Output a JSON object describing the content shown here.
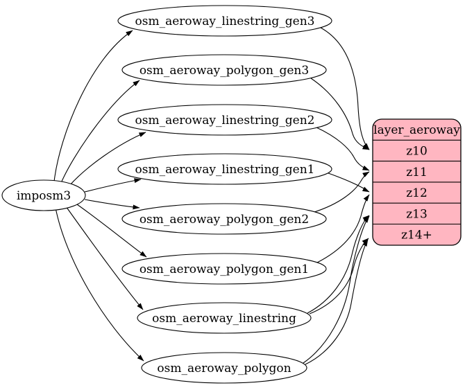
{
  "diagram": {
    "source_node": {
      "label": "imposm3"
    },
    "tables": [
      {
        "label": "osm_aeroway_linestring_gen3"
      },
      {
        "label": "osm_aeroway_polygon_gen3"
      },
      {
        "label": "osm_aeroway_linestring_gen2"
      },
      {
        "label": "osm_aeroway_linestring_gen1"
      },
      {
        "label": "osm_aeroway_polygon_gen2"
      },
      {
        "label": "osm_aeroway_polygon_gen1"
      },
      {
        "label": "osm_aeroway_linestring"
      },
      {
        "label": "osm_aeroway_polygon"
      }
    ],
    "layer_record": {
      "title": "layer_aeroway",
      "rows": [
        "z10",
        "z11",
        "z12",
        "z13",
        "z14+"
      ],
      "fill_color": "#ffb6c1",
      "stroke_color": "#000000"
    },
    "edges": [
      {
        "from": "imposm3",
        "to": "osm_aeroway_linestring_gen3"
      },
      {
        "from": "imposm3",
        "to": "osm_aeroway_polygon_gen3"
      },
      {
        "from": "imposm3",
        "to": "osm_aeroway_linestring_gen2"
      },
      {
        "from": "imposm3",
        "to": "osm_aeroway_linestring_gen1"
      },
      {
        "from": "imposm3",
        "to": "osm_aeroway_polygon_gen2"
      },
      {
        "from": "imposm3",
        "to": "osm_aeroway_polygon_gen1"
      },
      {
        "from": "imposm3",
        "to": "osm_aeroway_linestring"
      },
      {
        "from": "imposm3",
        "to": "osm_aeroway_polygon"
      },
      {
        "from": "osm_aeroway_linestring_gen3",
        "to": "layer_aeroway:z10"
      },
      {
        "from": "osm_aeroway_polygon_gen3",
        "to": "layer_aeroway:z10"
      },
      {
        "from": "osm_aeroway_linestring_gen2",
        "to": "layer_aeroway:z11"
      },
      {
        "from": "osm_aeroway_polygon_gen2",
        "to": "layer_aeroway:z11"
      },
      {
        "from": "osm_aeroway_linestring_gen1",
        "to": "layer_aeroway:z12"
      },
      {
        "from": "osm_aeroway_polygon_gen1",
        "to": "layer_aeroway:z12"
      },
      {
        "from": "osm_aeroway_linestring",
        "to": "layer_aeroway:z13"
      },
      {
        "from": "osm_aeroway_linestring",
        "to": "layer_aeroway:z14+"
      },
      {
        "from": "osm_aeroway_polygon",
        "to": "layer_aeroway:z13"
      },
      {
        "from": "osm_aeroway_polygon",
        "to": "layer_aeroway:z14+"
      }
    ]
  }
}
